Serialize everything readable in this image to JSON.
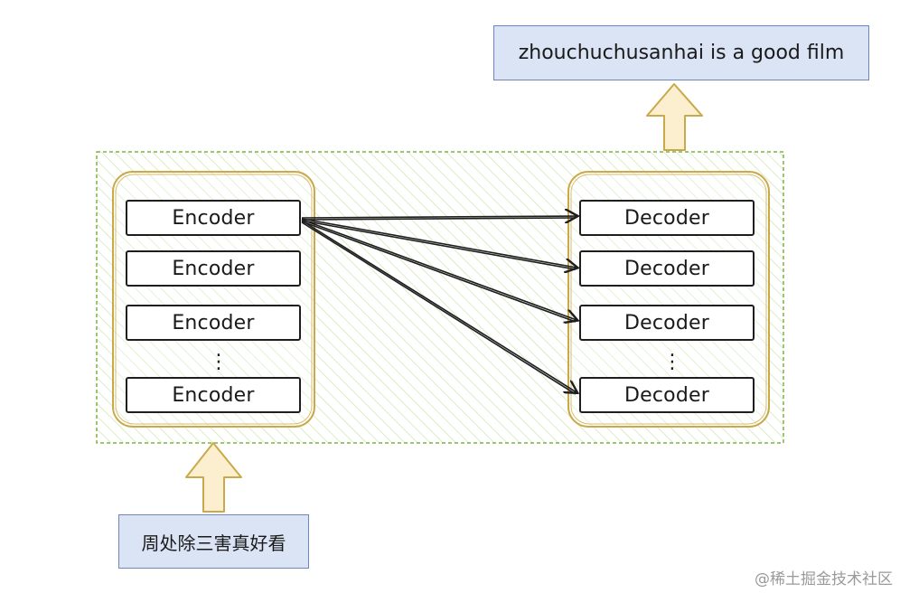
{
  "output": {
    "text": "zhouchuchusanhai is a good film"
  },
  "input": {
    "text": "周处除三害真好看"
  },
  "encoders": [
    {
      "label": "Encoder"
    },
    {
      "label": "Encoder"
    },
    {
      "label": "Encoder"
    },
    {
      "label": "Encoder"
    }
  ],
  "decoders": [
    {
      "label": "Decoder"
    },
    {
      "label": "Decoder"
    },
    {
      "label": "Decoder"
    },
    {
      "label": "Decoder"
    }
  ],
  "ellipsis": "⋮",
  "watermark": "@稀土掘金技术社区",
  "colors": {
    "container_border": "#7cb342",
    "hatch": "#c5e1a5",
    "stack_border": "#c9a94a",
    "arrow_fill": "#fcefcf",
    "arrow_stroke": "#c9a94a",
    "io_fill": "#dbe4f4",
    "io_border": "#6c87c0"
  }
}
